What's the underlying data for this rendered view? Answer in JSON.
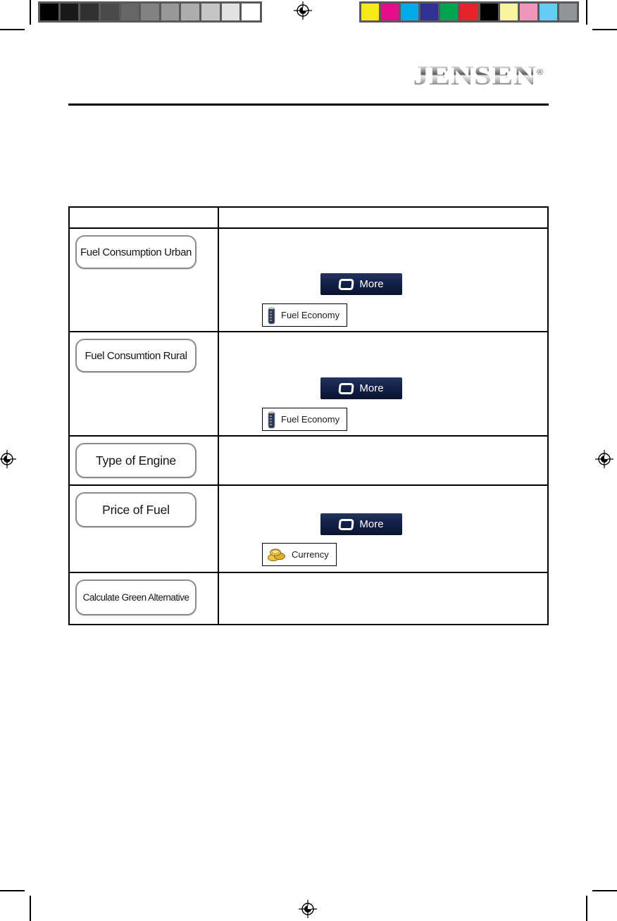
{
  "brand": {
    "name": "JENSEN",
    "registered": "®"
  },
  "print_marks": {
    "grayscale_bar": [
      "#000000",
      "#191919",
      "#303030",
      "#4a4a4a",
      "#666666",
      "#818181",
      "#989898",
      "#adadad",
      "#c5c5c5",
      "#e2e2e2",
      "#ffffff"
    ],
    "color_bar": [
      "#f7e918",
      "#e60c8a",
      "#00abea",
      "#303193",
      "#00a350",
      "#e8222a",
      "#000000",
      "#faf3a0",
      "#f096bd",
      "#68cbf3",
      "#929497"
    ],
    "registration_mark": "crosshair-target"
  },
  "table": {
    "more_label": "More",
    "rows": [
      {
        "button": "Fuel Consumption Urban",
        "more": true,
        "secondary_label": "Fuel Economy",
        "secondary_icon": "fuel-gauge-icon"
      },
      {
        "button": "Fuel Consumtion Rural",
        "more": true,
        "secondary_label": "Fuel Economy",
        "secondary_icon": "fuel-gauge-icon"
      },
      {
        "button": "Type of Engine",
        "more": false
      },
      {
        "button": "Price of Fuel",
        "more": true,
        "secondary_label": "Currency",
        "secondary_icon": "coins-icon"
      },
      {
        "button": "Calculate Green Alternative",
        "more": false
      }
    ]
  },
  "colors": {
    "more_button_top": "#26355c",
    "more_button_bottom": "#0a142e",
    "ui_button_border": "#8c8c8c",
    "table_border": "#000000",
    "calbar_frame": "#58595b"
  }
}
